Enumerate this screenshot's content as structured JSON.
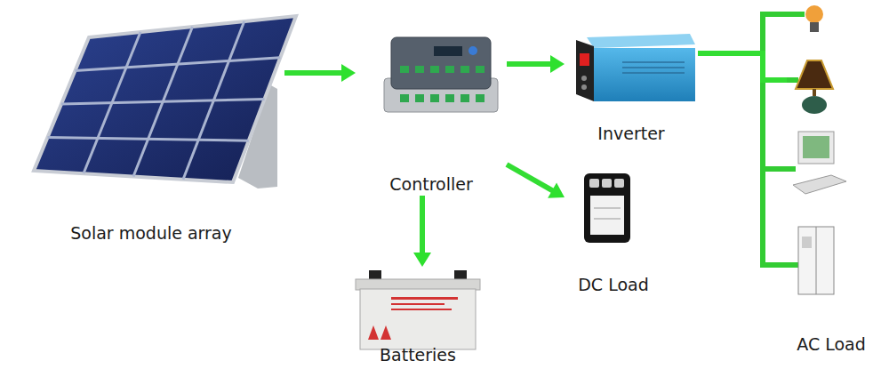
{
  "diagram": {
    "nodes": [
      {
        "text": [
          "Solar module array"
        ]
      },
      {
        "text": [
          "Controller"
        ]
      },
      {
        "text": [
          "Inverter"
        ]
      },
      {
        "text": [
          "AC Load"
        ]
      },
      {
        "text": [
          "DC Load"
        ]
      },
      {
        "text": [
          "Batteries"
        ]
      }
    ],
    "edges": [
      {
        "from": 0,
        "to": 1,
        "arrow": "to"
      },
      {
        "from": 1,
        "to": 2,
        "arrow": "to"
      },
      {
        "from": 2,
        "to": 3,
        "arrow": "none"
      },
      {
        "from": 1,
        "to": 4,
        "arrow": "to"
      },
      {
        "from": 1,
        "to": 5,
        "arrow": "to"
      }
    ]
  }
}
